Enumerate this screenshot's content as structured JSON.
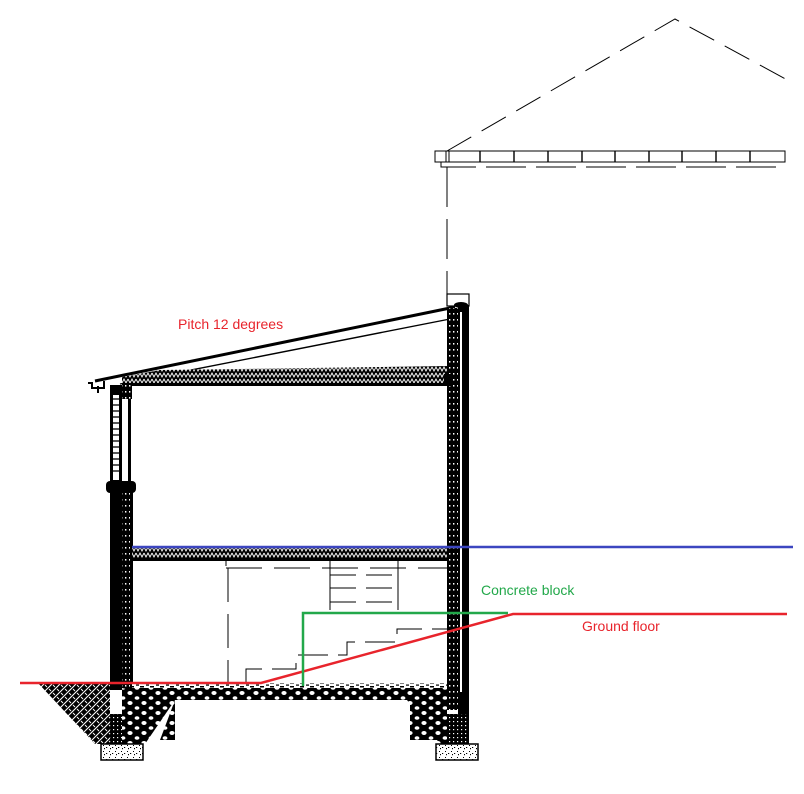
{
  "diagram": {
    "type": "architectural-section",
    "annotations": {
      "pitch": {
        "text": "Pitch 12 degrees",
        "color": "#e8242c"
      },
      "concrete_block": {
        "text": "Concrete block",
        "color": "#22a84a"
      },
      "ground_floor": {
        "text": "Ground floor",
        "color": "#e8242c"
      }
    },
    "markers": {
      "floor_level_line_color": "#3c46c0",
      "ground_line_color": "#e8242c",
      "concrete_block_outline_color": "#22a84a"
    },
    "elements": [
      "neighbouring-house-roof-outline (dashed)",
      "neighbouring-house-eaves",
      "lean-to-roof (12 degree pitch)",
      "insulated-ceiling",
      "left-wall-with-window",
      "right-wall",
      "intermediate-floor",
      "staircase (dashed)",
      "ground-slab",
      "left-foundation",
      "right-foundation",
      "compacted-fill"
    ]
  }
}
